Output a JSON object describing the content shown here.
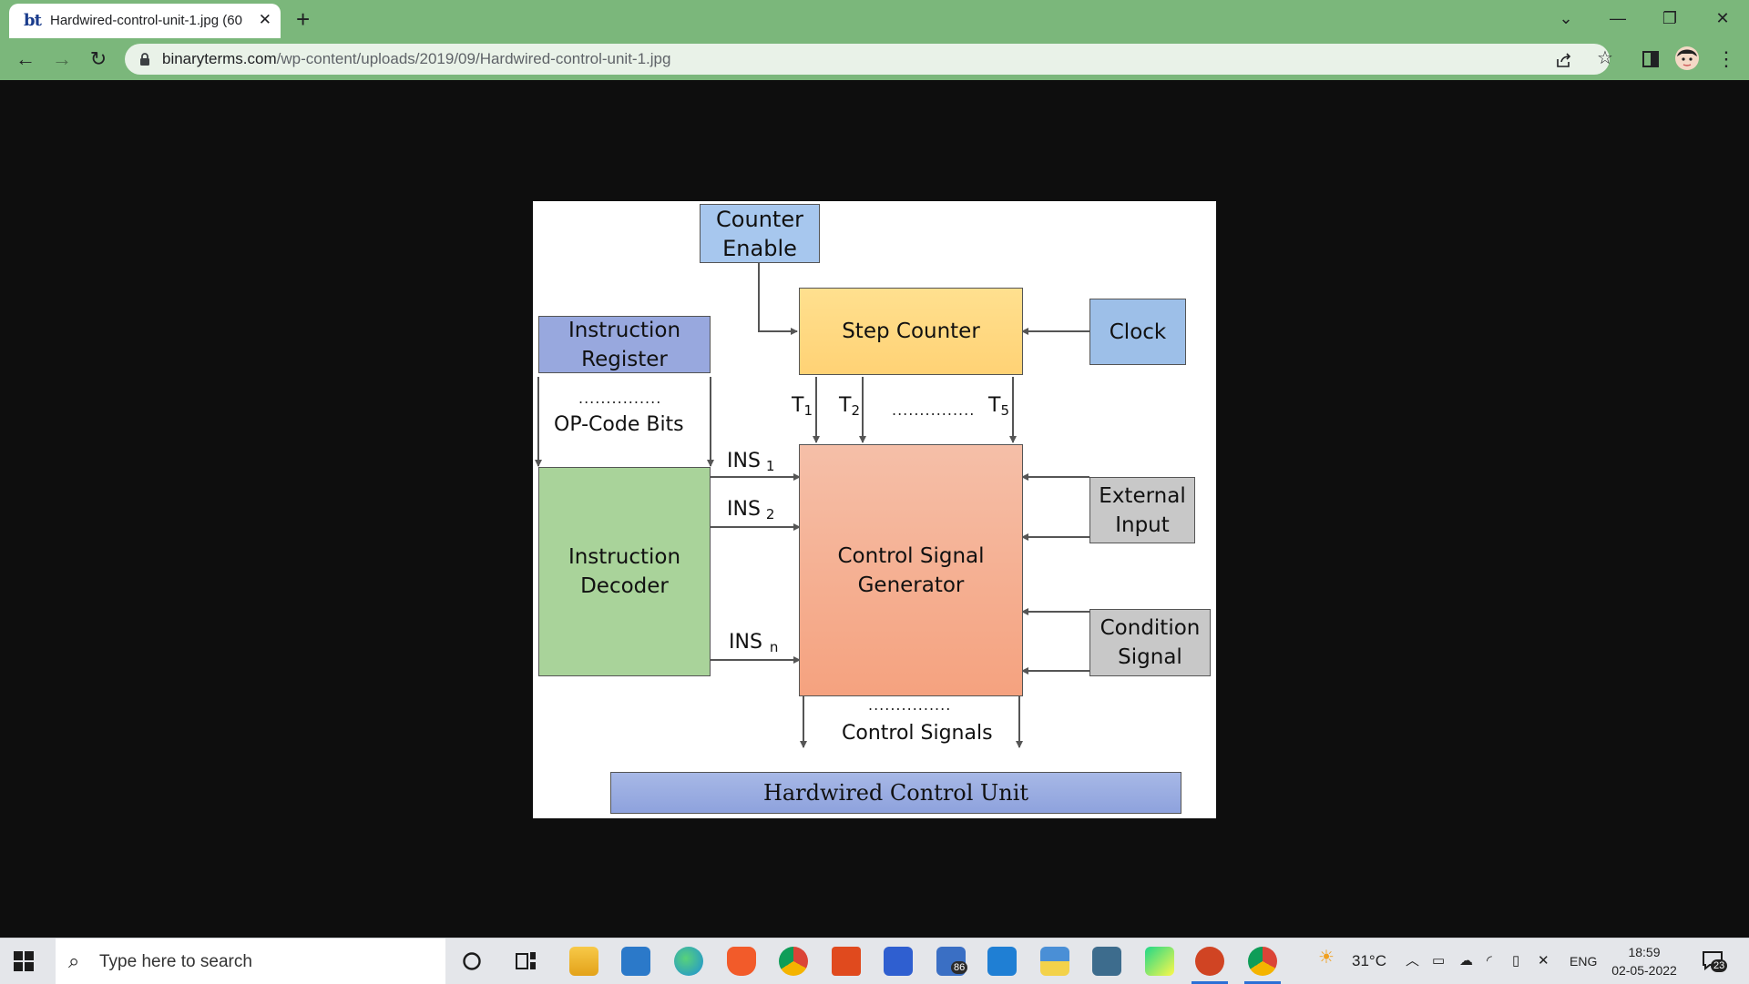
{
  "browser": {
    "tab_title": "Hardwired-control-unit-1.jpg (60",
    "favicon_text": "bt",
    "url_host": "binaryterms.com",
    "url_path": "/wp-content/uploads/2019/09/Hardwired-control-unit-1.jpg"
  },
  "diagram": {
    "counter_enable": "Counter\nEnable",
    "step_counter": "Step Counter",
    "clock": "Clock",
    "instruction_register": "Instruction\nRegister",
    "opcode_bits": "OP-Code Bits",
    "instruction_decoder": "Instruction\nDecoder",
    "control_signal_generator": "Control Signal\nGenerator",
    "external_input": "External\nInput",
    "condition_signal": "Condition\nSignal",
    "control_signals": "Control Signals",
    "ins_label": "INS",
    "ins_1_sub": "1",
    "ins_2_sub": "2",
    "ins_n_sub": "n",
    "t_label": "T",
    "t1_sub": "1",
    "t2_sub": "2",
    "t5_sub": "5",
    "dots": "...............",
    "footer_title": "Hardwired Control Unit"
  },
  "taskbar": {
    "search_placeholder": "Type here to search",
    "mail_badge": "86",
    "weather": "31°C",
    "language": "ENG",
    "time": "18:59",
    "date": "02-05-2022",
    "notification_count": "23"
  },
  "colors": {
    "chrome_green": "#7bb77b",
    "step_counter": "#ffd780",
    "clock": "#9dbfe8",
    "counter_enable": "#a7c7ee",
    "instruction_register": "#98a8de",
    "instruction_decoder": "#a9d39a",
    "control_signal_generator": "#f6a98a",
    "gray_block": "#c8c8c8"
  }
}
